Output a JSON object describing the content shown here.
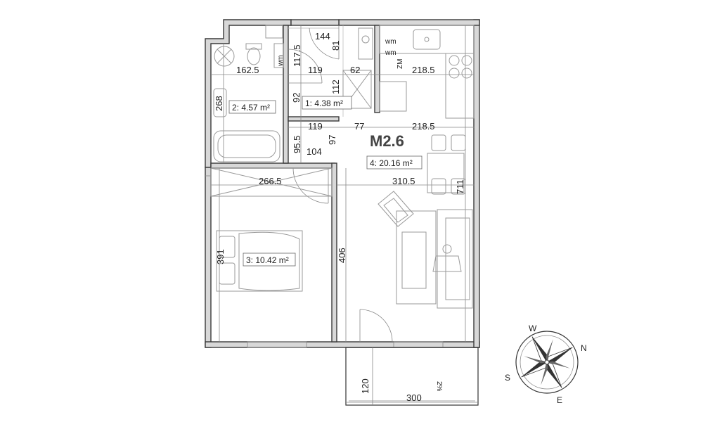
{
  "unit_name": "M2.6",
  "rooms": [
    {
      "id": "r1",
      "label": "1: 4.38 m²"
    },
    {
      "id": "r2",
      "label": "2: 4.57 m²"
    },
    {
      "id": "r3",
      "label": "3: 10.42 m²"
    },
    {
      "id": "r4",
      "label": "4: 20.16 m²"
    }
  ],
  "dimensions": {
    "d144": "144",
    "d117_5": "117.5",
    "d81": "81",
    "d162_5": "162.5",
    "d119_top": "119",
    "d62": "62",
    "d218_5_top": "218.5",
    "d268": "268",
    "d92": "92",
    "d112": "112",
    "d119_mid": "119",
    "d77": "77",
    "d218_5_mid": "218.5",
    "d95_5": "95.5",
    "d104": "104",
    "d97": "97",
    "d266_5": "266.5",
    "d310_5": "310.5",
    "d711": "711",
    "d391": "391",
    "d406": "406",
    "d120": "120",
    "d300": "300"
  },
  "fixture_labels": {
    "wm1": "wm",
    "wm2": "wm",
    "wm3": "wm",
    "zm": "ZM",
    "slope": "2%"
  },
  "compass": {
    "n": "N",
    "s": "S",
    "e": "E",
    "w": "W"
  }
}
